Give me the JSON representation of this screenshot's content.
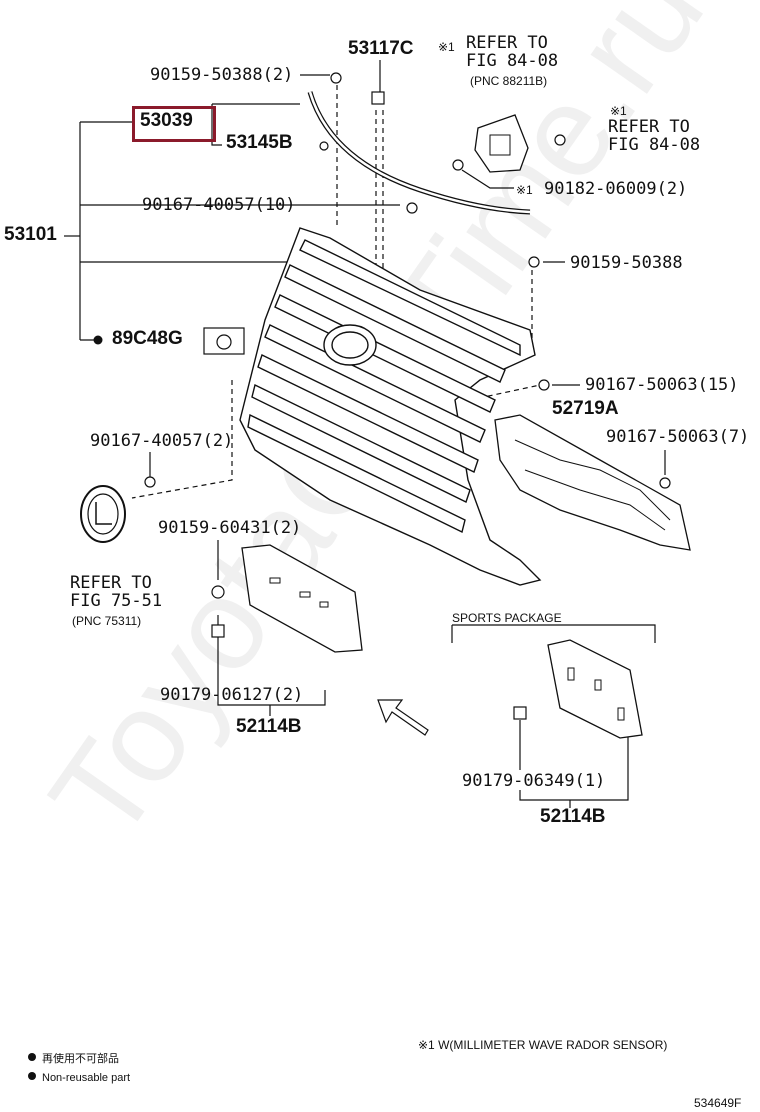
{
  "watermark": "ToyotaCarTime.ru",
  "parts": {
    "p53117c": "53117C",
    "p90159_50388_2": "90159-50388(2)",
    "p53039": "53039",
    "p53145b": "53145B",
    "p90167_40057_10": "90167-40057(10)",
    "p53101": "53101",
    "p89c48g": "89C48G",
    "p90159_50388": "90159-50388",
    "p90167_50063_15": "90167-50063(15)",
    "p52719a": "52719A",
    "p90167_50063_7": "90167-50063(7)",
    "p90167_40057_2": "90167-40057(2)",
    "p90159_60431_2": "90159-60431(2)",
    "p90179_06127_2": "90179-06127(2)",
    "p52114b_a": "52114B",
    "p90179_06349_1": "90179-06349(1)",
    "p52114b_b": "52114B",
    "p90182_06009_2": "90182-06009(2)"
  },
  "refs": {
    "ref1_mark": "※1",
    "ref1_l1": "REFER TO",
    "ref1_l2": "FIG 84-08",
    "ref1_l3": "(PNC 88211B)",
    "ref2_mark": "※1",
    "ref2_l1": "REFER TO",
    "ref2_l2": "FIG 84-08",
    "ref3_l1": "REFER TO",
    "ref3_l2": "FIG 75-51",
    "ref3_l3": "(PNC 75311)",
    "clip_mark": "※1"
  },
  "sports_package": "SPORTS PACKAGE",
  "footnote": "※1  W(MILLIMETER WAVE RADOR SENSOR)",
  "legend": {
    "jp": "再使用不可部品",
    "en": "Non-reusable part"
  },
  "diagram_id": "534649F"
}
